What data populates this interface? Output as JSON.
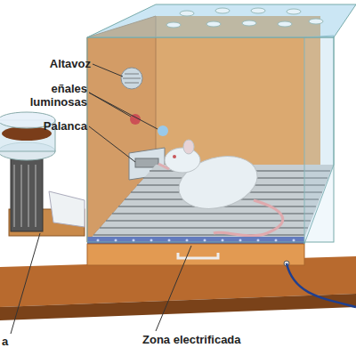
{
  "diagram": {
    "labels": [
      "Altavoz",
      "eñales luminosas",
      "Palanca",
      "a",
      "Zona electrificada"
    ]
  }
}
